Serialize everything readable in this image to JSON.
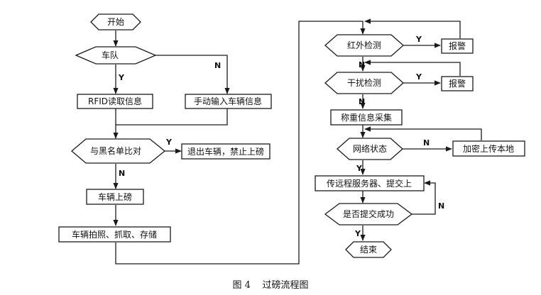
{
  "caption": "图 4    过磅流程图",
  "nodes": {
    "start": "开始",
    "fleet": "车队",
    "rfid": "RFID读取信息",
    "manual": "手动输入车辆信息",
    "blacklist": "与黑名单比对",
    "exit": "退出车辆，禁止上磅",
    "weigh_on": "车辆上磅",
    "photo": "车辆拍照、抓取、存储",
    "infrared": "红外检测",
    "alarm1": "报警",
    "interference": "干扰检测",
    "alarm2": "报警",
    "collect": "称重信息采集",
    "network": "网络状态",
    "encrypt": "加密上传本地",
    "upload": "传远程服务器、提交上",
    "success": "是否提交成功",
    "end": "结束"
  },
  "edge_labels": {
    "fleet_yes": "Y",
    "fleet_no": "N",
    "blacklist_yes": "Y",
    "blacklist_no": "N",
    "infrared_yes": "Y",
    "infrared_no": "N",
    "interference_yes": "Y",
    "interference_no": "N",
    "network_no": "N",
    "network_yes": "Y",
    "success_no": "N",
    "success_yes": "Y"
  }
}
